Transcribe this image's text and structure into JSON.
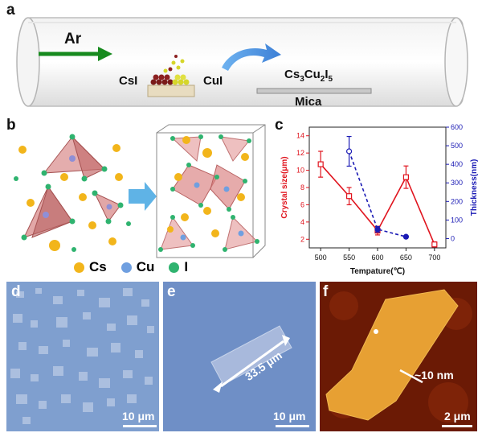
{
  "panels": {
    "a": {
      "label": "a",
      "gas": "Ar",
      "source_left": "CsI",
      "source_right": "CuI",
      "product": "Cs",
      "product_sub1": "3",
      "product_mid": "Cu",
      "product_sub2": "2",
      "product_end": "I",
      "product_sub3": "5",
      "substrate": "Mica"
    },
    "b": {
      "label": "b",
      "legend": [
        {
          "name": "Cs",
          "color": "#f2b51b"
        },
        {
          "name": "Cu",
          "color": "#6f9fe0"
        },
        {
          "name": "I",
          "color": "#2fb36f"
        }
      ]
    },
    "c": {
      "label": "c"
    },
    "d": {
      "label": "d",
      "scale": "10 μm"
    },
    "e": {
      "label": "e",
      "scale": "10 μm",
      "measure": "33.5 μm"
    },
    "f": {
      "label": "f",
      "scale": "2 μm",
      "thickness": "~10 nm"
    }
  },
  "chart_data": {
    "type": "line",
    "x": [
      500,
      550,
      600,
      650,
      700
    ],
    "xlabel": "Tempature(℃)",
    "xlim": [
      480,
      720
    ],
    "xticks": [
      500,
      550,
      600,
      650,
      700
    ],
    "series": [
      {
        "axis": "left",
        "label": "Crystal size(μm)",
        "color": "#e0141e",
        "style": "solid",
        "x": [
          500,
          550,
          600,
          650,
          700
        ],
        "values": [
          10.7,
          7.0,
          3.0,
          9.2,
          1.4
        ],
        "errors": [
          1.5,
          1.0,
          0.5,
          1.3,
          0.3
        ]
      },
      {
        "axis": "right",
        "label": "Thickness(nm)",
        "color": "#1b1bb5",
        "style": "dashed",
        "x": [
          550,
          600,
          650
        ],
        "values": [
          470,
          50,
          10
        ],
        "errors": [
          80,
          15,
          5
        ]
      }
    ],
    "ylim_left": [
      1,
      15
    ],
    "yticks_left": [
      2,
      4,
      6,
      8,
      10,
      12,
      14
    ],
    "ylim_right": [
      -50,
      600
    ],
    "yticks_right": [
      0,
      100,
      200,
      300,
      400,
      500,
      600
    ]
  }
}
